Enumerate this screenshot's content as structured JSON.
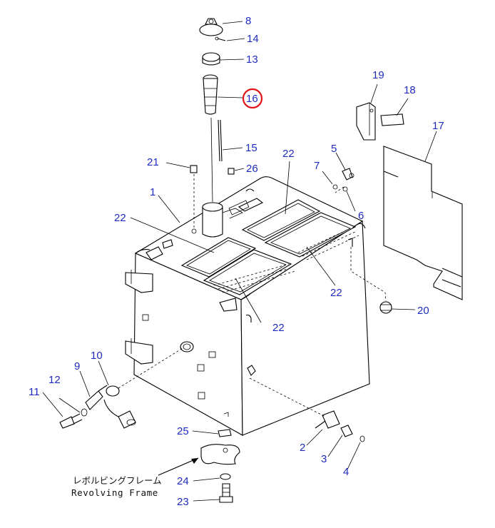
{
  "callouts": {
    "c1": "1",
    "c2": "2",
    "c3": "3",
    "c4": "4",
    "c5": "5",
    "c6": "6",
    "c7": "7",
    "c8": "8",
    "c9": "9",
    "c10": "10",
    "c11": "11",
    "c12": "12",
    "c13": "13",
    "c14": "14",
    "c15": "15",
    "c16": "16",
    "c17": "17",
    "c18": "18",
    "c19": "19",
    "c20": "20",
    "c21": "21",
    "c22a": "22",
    "c22b": "22",
    "c22c": "22",
    "c22d": "22",
    "c23": "23",
    "c24": "24",
    "c25": "25",
    "c26": "26"
  },
  "caption": {
    "japanese": "レボルビングフレーム",
    "english": "Revolving Frame"
  },
  "colors": {
    "callout": "#1f2bbf",
    "highlight_ring": "#e0141a",
    "line": "#000000"
  }
}
